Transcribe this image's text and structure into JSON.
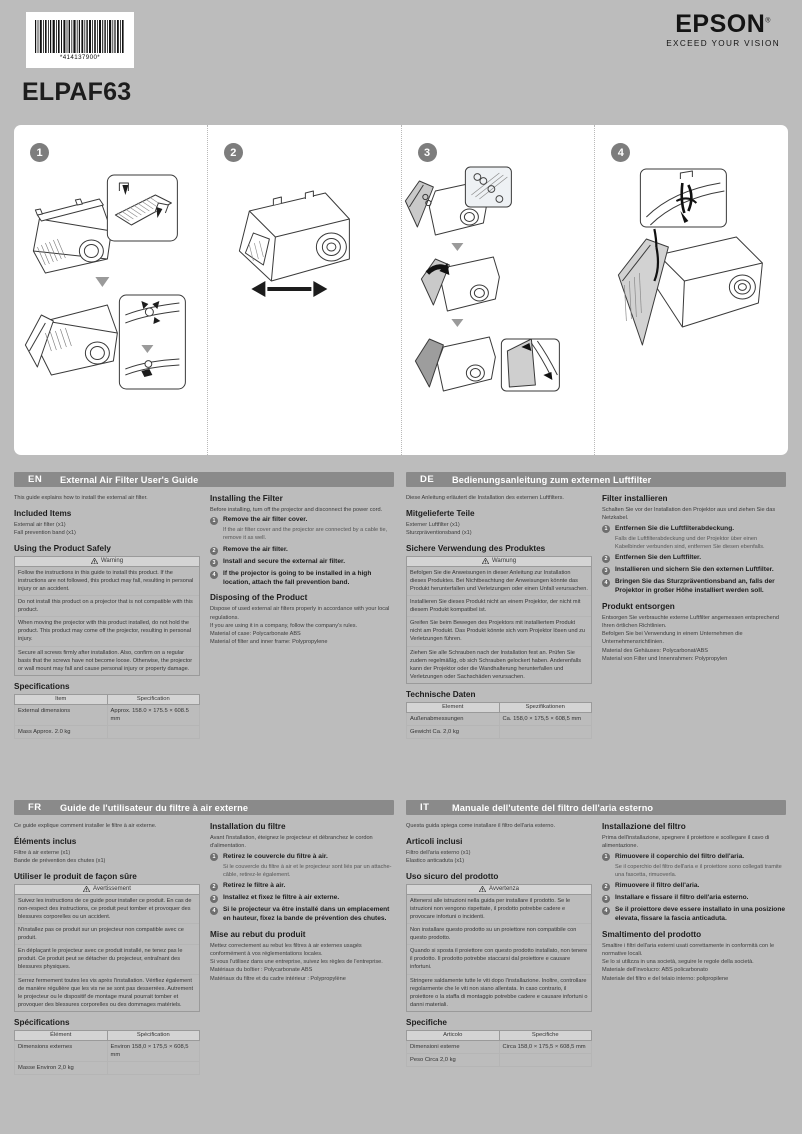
{
  "header": {
    "barcode_number": "*414137900*",
    "model": "ELPAF63",
    "brand": "EPSON",
    "brand_reg": "®",
    "tagline": "EXCEED YOUR VISION"
  },
  "illustrations": {
    "steps": [
      "1",
      "2",
      "3",
      "4"
    ]
  },
  "sections": [
    {
      "code": "EN",
      "title": "External Air Filter User's Guide",
      "intro": "This guide explains how to install the external air filter.",
      "included_heading": "Included Items",
      "included_items": [
        "External air filter (x1)",
        "Fall prevention band (x1)"
      ],
      "safety_heading": "Using the Product Safely",
      "warning_label": "Warning",
      "warnings": [
        "Follow the instructions in this guide to install this product. If the instructions are not followed, this product may fall, resulting in personal injury or an accident.",
        "Do not install this product on a projector that is not compatible with this product.",
        "When moving the projector with this product installed, do not hold the product. This product may come off the projector, resulting in personal injury.",
        "Secure all screws firmly after installation. Also, confirm on a regular basis that the screws have not become loose.\nOtherwise, the projector or wall mount may fall and cause personal injury or property damage."
      ],
      "spec_heading": "Specifications",
      "spec_col_item": "Item",
      "spec_col_value": "Specification",
      "spec_rows": [
        {
          "key": "External dimensions",
          "value": "Approx. 158.0 × 175.5 × 608.5 mm"
        },
        {
          "key": "Mass Approx. 2.0 kg",
          "value": ""
        }
      ],
      "install_heading": "Installing the Filter",
      "install_intro": "Before installing, turn off the projector and disconnect the power cord.",
      "install_steps": [
        {
          "n": "1",
          "main": "Remove the air filter cover.",
          "sub": "If the air filter cover and the projector are connected by a cable tie, remove it as well."
        },
        {
          "n": "2",
          "main": "Remove the air filter.",
          "sub": ""
        },
        {
          "n": "3",
          "main": "Install and secure the external air filter.",
          "sub": ""
        },
        {
          "n": "4",
          "main": "If the projector is going to be installed in a high location, attach the fall prevention band.",
          "sub": ""
        }
      ],
      "dispose_heading": "Disposing of the Product",
      "dispose_lines": [
        "Dispose of used external air filters properly in accordance with your local regulations.",
        "If you are using it in a company, follow the company's rules.",
        "Material of case: Polycarbonate ABS",
        "Material of filter and inner frame: Polypropylene"
      ]
    },
    {
      "code": "DE",
      "title": "Bedienungsanleitung zum externen Luftfilter",
      "intro": "Diese Anleitung erläutert die Installation des externen Luftfilters.",
      "included_heading": "Mitgelieferte Teile",
      "included_items": [
        "Externer Luftfilter (x1)",
        "Sturzpräventionsband (x1)"
      ],
      "safety_heading": "Sichere Verwendung des Produktes",
      "warning_label": "Warnung",
      "warnings": [
        "Befolgen Sie die Anweisungen in dieser Anleitung zur Installation dieses Produktes. Bei Nichtbeachtung der Anweisungen könnte das Produkt herunterfallen und Verletzungen oder einen Unfall verursachen.",
        "Installieren Sie dieses Produkt nicht an einem Projektor, der nicht mit diesem Produkt kompatibel ist.",
        "Greifen Sie beim Bewegen des Projektors mit installiertem Produkt nicht am Produkt. Das Produkt könnte sich vom Projektor lösen und zu Verletzungen führen.",
        "Ziehen Sie alle Schrauben nach der Installation fest an. Prüfen Sie zudem regelmäßig, ob sich Schrauben gelockert haben.\nAnderenfalls kann der Projektor oder die Wandhalterung herunterfallen und Verletzungen oder Sachschäden verursachen."
      ],
      "spec_heading": "Technische Daten",
      "spec_col_item": "Element",
      "spec_col_value": "Spezifikationen",
      "spec_rows": [
        {
          "key": "Außenabmessungen",
          "value": "Ca. 158,0 × 175,5 × 608,5 mm"
        },
        {
          "key": "Gewicht Ca. 2,0 kg",
          "value": ""
        }
      ],
      "install_heading": "Filter installieren",
      "install_intro": "Schalten Sie vor der Installation den Projektor aus und ziehen Sie das Netzkabel.",
      "install_steps": [
        {
          "n": "1",
          "main": "Entfernen Sie die Luftfilterabdeckung.",
          "sub": "Falls die Luftfilterabdeckung und der Projektor über einen Kabelbinder verbunden sind, entfernen Sie diesen ebenfalls."
        },
        {
          "n": "2",
          "main": "Entfernen Sie den Luftfilter.",
          "sub": ""
        },
        {
          "n": "3",
          "main": "Installieren und sichern Sie den externen Luftfilter.",
          "sub": ""
        },
        {
          "n": "4",
          "main": "Bringen Sie das Sturzpräventionsband an, falls der Projektor in großer Höhe installiert werden soll.",
          "sub": ""
        }
      ],
      "dispose_heading": "Produkt entsorgen",
      "dispose_lines": [
        "Entsorgen Sie verbrauchte externe Luftfilter angemessen entsprechend Ihren örtlichen Richtlinien.",
        "Befolgen Sie bei Verwendung in einem Unternehmen die Unternehmensrichtlinien.",
        "Material des Gehäuses: Polycarbonat/ABS",
        "Material von Filter und Innenrahmen: Polypropylen"
      ]
    },
    {
      "code": "FR",
      "title": "Guide de l'utilisateur du filtre à air externe",
      "intro": "Ce guide explique comment installer le filtre à air externe.",
      "included_heading": "Éléments inclus",
      "included_items": [
        "Filtre à air externe (x1)",
        "Bande de prévention des chutes (x1)"
      ],
      "safety_heading": "Utiliser le produit de façon sûre",
      "warning_label": "Avertissement",
      "warnings": [
        "Suivez les instructions de ce guide pour installer ce produit. En cas de non-respect des instructions, ce produit peut tomber et provoquer des blessures corporelles ou un accident.",
        "N'installez pas ce produit sur un projecteur non compatible avec ce produit.",
        "En déplaçant le projecteur avec ce produit installé, ne tenez pas le produit. Ce produit peut se détacher du projecteur, entraînant des blessures physiques.",
        "Serrez fermement toutes les vis après l'installation. Vérifiez également de manière régulière que les vis ne se sont pas desserrées.\nAutrement le projecteur ou le dispositif de montage mural pourrait tomber et provoquer des blessures corporelles ou des dommages matériels."
      ],
      "spec_heading": "Spécifications",
      "spec_col_item": "Élément",
      "spec_col_value": "Spécification",
      "spec_rows": [
        {
          "key": "Dimensions externes",
          "value": "Environ 158,0 × 175,5 × 608,5 mm"
        },
        {
          "key": "Masse Environ 2,0 kg",
          "value": ""
        }
      ],
      "install_heading": "Installation du filtre",
      "install_intro": "Avant l'installation, éteignez le projecteur et débranchez le cordon d'alimentation.",
      "install_steps": [
        {
          "n": "1",
          "main": "Retirez le couvercle du filtre à air.",
          "sub": "Si le couvercle du filtre à air et le projecteur sont liés par un attache-câble, retirez-le également."
        },
        {
          "n": "2",
          "main": "Retirez le filtre à air.",
          "sub": ""
        },
        {
          "n": "3",
          "main": "Installez et fixez le filtre à air externe.",
          "sub": ""
        },
        {
          "n": "4",
          "main": "Si le projecteur va être installé dans un emplacement en hauteur, fixez la bande de prévention des chutes.",
          "sub": ""
        }
      ],
      "dispose_heading": "Mise au rebut du produit",
      "dispose_lines": [
        "Mettez correctement au rebut les filtres à air externes usagés conformément à vos réglementations locales.",
        "Si vous l'utilisez dans une entreprise, suivez les règles de l'entreprise.",
        "Matériaux du boîtier : Polycarbonate ABS",
        "Matériaux du filtre et du cadre intérieur : Polypropylène"
      ]
    },
    {
      "code": "IT",
      "title": "Manuale dell'utente del filtro dell'aria esterno",
      "intro": "Questa guida spiega come installare il filtro dell'aria esterno.",
      "included_heading": "Articoli inclusi",
      "included_items": [
        "Filtro dell'aria esterno (x1)",
        "Elastico anticaduta (x1)"
      ],
      "safety_heading": "Uso sicuro del prodotto",
      "warning_label": "Avvertenza",
      "warnings": [
        "Attenersi alle istruzioni nella guida per installare il prodotto. Se le istruzioni non vengono rispettate, il prodotto potrebbe cadere e provocare infortuni o incidenti.",
        "Non installare questo prodotto su un proiettore non compatibile con questo prodotto.",
        "Quando si sposta il proiettore con questo prodotto installato, non tenere il prodotto. Il prodotto potrebbe staccarsi dal proiettore e causare infortuni.",
        "Stringere saldamente tutte le viti dopo l'installazione. Inoltre, controllare regolarmente che le viti non siano allentata.\nIn caso contrario, il proiettore o la staffa di montaggio potrebbe cadere e causare infortuni o danni materiali."
      ],
      "spec_heading": "Specifiche",
      "spec_col_item": "Articolo",
      "spec_col_value": "Specifiche",
      "spec_rows": [
        {
          "key": "Dimensioni esterne",
          "value": "Circa 158,0 × 175,5 × 608,5 mm"
        },
        {
          "key": "Peso Circa 2,0 kg",
          "value": ""
        }
      ],
      "install_heading": "Installazione del filtro",
      "install_intro": "Prima dell'installazione, spegnere il proiettore e scollegare il cavo di alimentazione.",
      "install_steps": [
        {
          "n": "1",
          "main": "Rimuovere il coperchio del filtro dell'aria.",
          "sub": "Se il coperchio del filtro dell'aria e il proiettore sono collegati tramite una fascetta, rimuoverla."
        },
        {
          "n": "2",
          "main": "Rimuovere il filtro dell'aria.",
          "sub": ""
        },
        {
          "n": "3",
          "main": "Installare e fissare il filtro dell'aria esterno.",
          "sub": ""
        },
        {
          "n": "4",
          "main": "Se il proiettore deve essere installato in una posizione elevata, fissare la fascia anticaduta.",
          "sub": ""
        }
      ],
      "dispose_heading": "Smaltimento del prodotto",
      "dispose_lines": [
        "Smaltire i filtri dell'aria esterni usati correttamente in conformità con le normative locali.",
        "Se lo si utilizza in una società, seguire le regole della società.",
        "Materiale dell'involucro: ABS policarbonato",
        "Materiale del filtro e del telaio interno: polipropilene"
      ]
    }
  ]
}
